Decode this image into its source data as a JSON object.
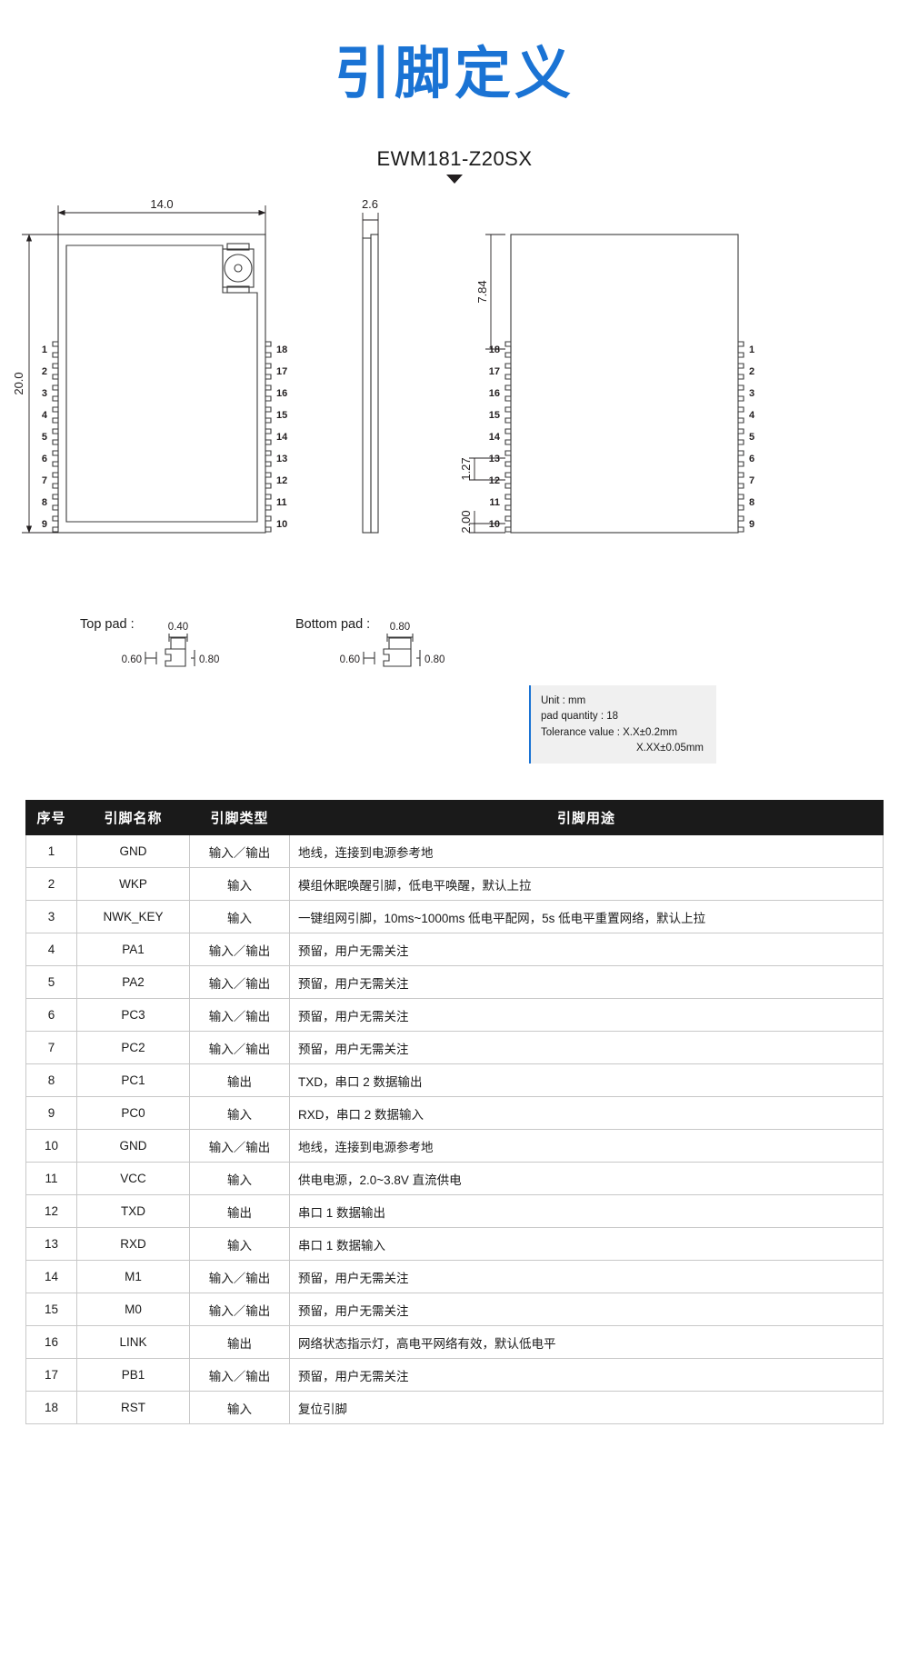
{
  "title": "引脚定义",
  "model": {
    "name": "EWM181-Z20SX"
  },
  "drawing": {
    "width_dim": "14.0",
    "height_dim": "20.0",
    "thickness_dim": "2.6",
    "edge_offset_dim": "7.84",
    "pitch_dim": "1.27",
    "bottom_offset_dim": "2.00",
    "left_pins": [
      "1",
      "2",
      "3",
      "4",
      "5",
      "6",
      "7",
      "8",
      "9"
    ],
    "right_pins": [
      "18",
      "17",
      "16",
      "15",
      "14",
      "13",
      "12",
      "11",
      "10"
    ],
    "back_left_pins": [
      "18",
      "17",
      "16",
      "15",
      "14",
      "13",
      "12",
      "11",
      "10"
    ],
    "back_right_pins": [
      "1",
      "2",
      "3",
      "4",
      "5",
      "6",
      "7",
      "8",
      "9"
    ]
  },
  "pads": {
    "top_label": "Top pad :",
    "top_width": "0.40",
    "top_left": "0.60",
    "top_right": "0.80",
    "bottom_label": "Bottom pad :",
    "bottom_width": "0.80",
    "bottom_left": "0.60",
    "bottom_right": "0.80"
  },
  "info": {
    "unit": "Unit : mm",
    "pad_quantity": "pad quantity : 18",
    "tolerance": "Tolerance value : X.X±0.2mm",
    "tolerance2": "X.XX±0.05mm",
    "accent": "#1a73d4"
  },
  "table": {
    "headers": [
      "序号",
      "引脚名称",
      "引脚类型",
      "引脚用途"
    ],
    "rows": [
      {
        "no": "1",
        "name": "GND",
        "type": "输入／输出",
        "func": "地线，连接到电源参考地"
      },
      {
        "no": "2",
        "name": "WKP",
        "type": "输入",
        "func": "模组休眠唤醒引脚，低电平唤醒，默认上拉"
      },
      {
        "no": "3",
        "name": "NWK_KEY",
        "type": "输入",
        "func": "一键组网引脚，10ms~1000ms 低电平配网，5s 低电平重置网络，默认上拉"
      },
      {
        "no": "4",
        "name": "PA1",
        "type": "输入／输出",
        "func": "预留，用户无需关注"
      },
      {
        "no": "5",
        "name": "PA2",
        "type": "输入／输出",
        "func": "预留，用户无需关注"
      },
      {
        "no": "6",
        "name": "PC3",
        "type": "输入／输出",
        "func": "预留，用户无需关注"
      },
      {
        "no": "7",
        "name": "PC2",
        "type": "输入／输出",
        "func": "预留，用户无需关注"
      },
      {
        "no": "8",
        "name": "PC1",
        "type": "输出",
        "func": "TXD，串口 2 数据输出"
      },
      {
        "no": "9",
        "name": "PC0",
        "type": "输入",
        "func": "RXD，串口 2 数据输入"
      },
      {
        "no": "10",
        "name": "GND",
        "type": "输入／输出",
        "func": "地线，连接到电源参考地"
      },
      {
        "no": "11",
        "name": "VCC",
        "type": "输入",
        "func": "供电电源，2.0~3.8V 直流供电"
      },
      {
        "no": "12",
        "name": "TXD",
        "type": "输出",
        "func": "串口 1 数据输出"
      },
      {
        "no": "13",
        "name": "RXD",
        "type": "输入",
        "func": "串口 1 数据输入"
      },
      {
        "no": "14",
        "name": "M1",
        "type": "输入／输出",
        "func": "预留，用户无需关注"
      },
      {
        "no": "15",
        "name": "M0",
        "type": "输入／输出",
        "func": "预留，用户无需关注"
      },
      {
        "no": "16",
        "name": "LINK",
        "type": "输出",
        "func": "网络状态指示灯，高电平网络有效，默认低电平"
      },
      {
        "no": "17",
        "name": "PB1",
        "type": "输入／输出",
        "func": "预留，用户无需关注"
      },
      {
        "no": "18",
        "name": "RST",
        "type": "输入",
        "func": "复位引脚"
      }
    ]
  }
}
